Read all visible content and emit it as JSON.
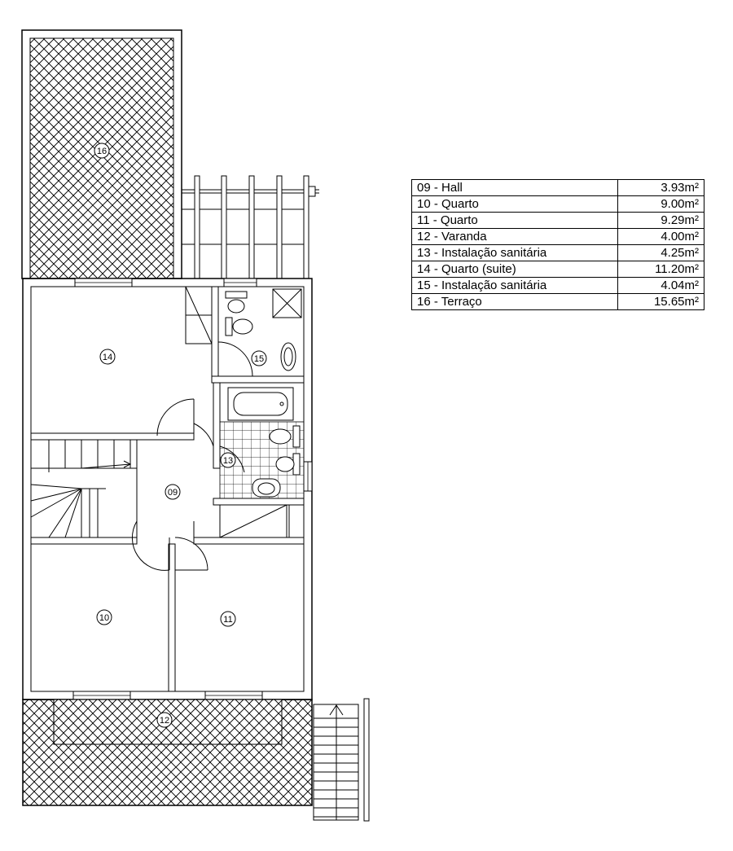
{
  "rooms": [
    {
      "id": "09",
      "name": "09 - Hall",
      "area": "3.93m²"
    },
    {
      "id": "10",
      "name": "10 - Quarto",
      "area": "9.00m²"
    },
    {
      "id": "11",
      "name": "11 - Quarto",
      "area": "9.29m²"
    },
    {
      "id": "12",
      "name": "12 - Varanda",
      "area": "4.00m²"
    },
    {
      "id": "13",
      "name": "13 - Instalação sanitária",
      "area": "4.25m²"
    },
    {
      "id": "14",
      "name": "14 - Quarto (suite)",
      "area": "11.20m²"
    },
    {
      "id": "15",
      "name": "15 - Instalação sanitária",
      "area": "4.04m²"
    },
    {
      "id": "16",
      "name": "16 - Terraço",
      "area": "15.65m²"
    }
  ],
  "colors": {
    "line": "#000000",
    "background": "#ffffff"
  }
}
